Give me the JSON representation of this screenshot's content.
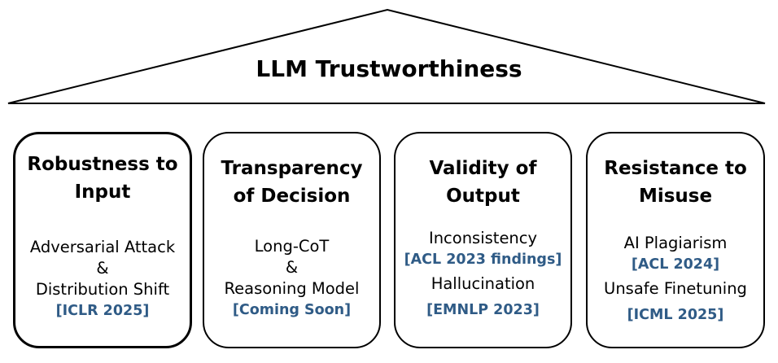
{
  "title": "LLM Trustworthiness",
  "colors": {
    "citation": "#2f5b86",
    "stroke": "#000000"
  },
  "pillars": [
    {
      "title": "Robustness to\nInput",
      "lines": [
        "Adversarial Attack",
        "&",
        "Distribution Shift"
      ],
      "cite": "[ICLR 2025]"
    },
    {
      "title": "Transparency\nof Decision",
      "lines": [
        "Long-CoT",
        "&",
        "Reasoning Model"
      ],
      "cite": "[Coming Soon]"
    },
    {
      "title": "Validity of\nOutput",
      "item1": "Inconsistency",
      "cite1": "[ACL 2023 findings]",
      "item2": "Hallucination",
      "cite2": "[EMNLP 2023]"
    },
    {
      "title": "Resistance to\nMisuse",
      "item1": "AI Plagiarism",
      "cite1": "[ACL 2024]",
      "item2": "Unsafe Finetuning",
      "cite2": "[ICML 2025]"
    }
  ]
}
